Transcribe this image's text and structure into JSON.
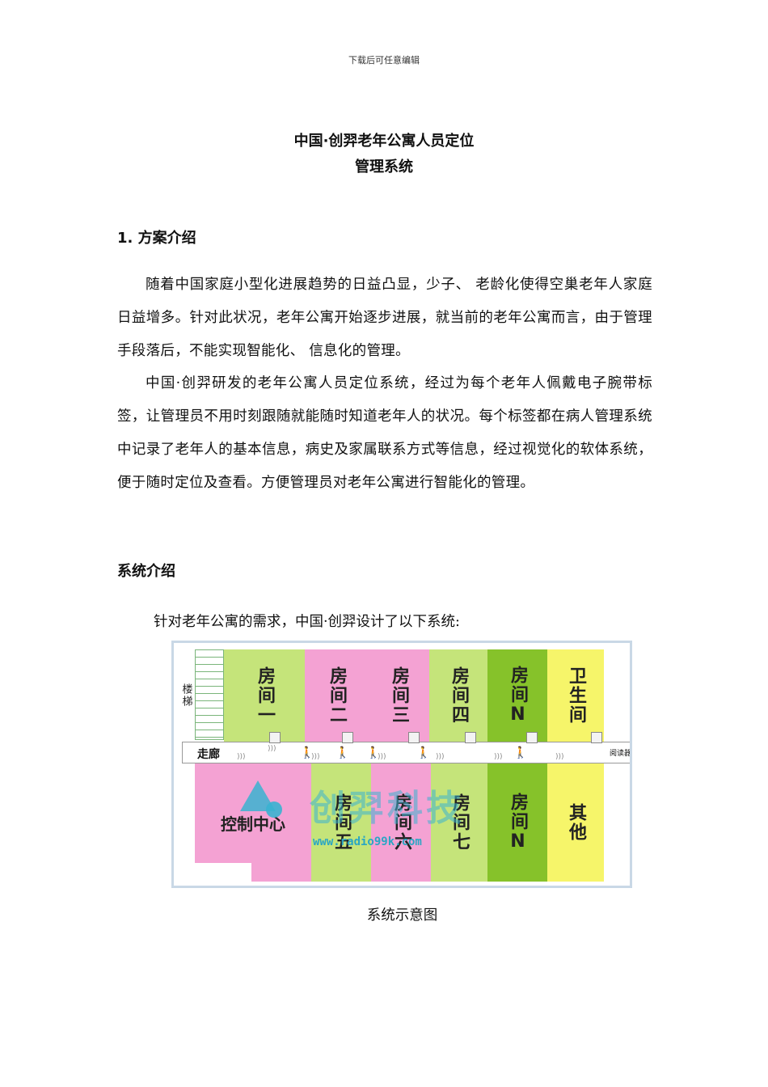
{
  "header": "下载后可任意编辑",
  "title_line1": "中国·创羿老年公寓人员定位",
  "title_line2": "管理系统",
  "section1_heading": "1. 方案介绍",
  "paragraph1": "随着中国家庭小型化进展趋势的日益凸显，少子、 老龄化使得空巢老年人家庭日益增多。针对此状况，老年公寓开始逐步进展，就当前的老年公寓而言，由于管理手段落后，不能实现智能化、 信息化的管理。",
  "paragraph2": "中国·创羿研发的老年公寓人员定位系统，经过为每个老年人佩戴电子腕带标签，让管理员不用时刻跟随就能随时知道老年人的状况。每个标签都在病人管理系统中记录了老年人的基本信息，病史及家属联系方式等信息，经过视觉化的软体系统，便于随时定位及查看。方便管理员对老年公寓进行智能化的管理。",
  "section2_heading": "系统介绍",
  "lead_text": "针对老年公寓的需求，中国·创羿设计了以下系统:",
  "diagram": {
    "stairs": "楼梯",
    "corridor": "走廊",
    "reader": "阅读器",
    "room1": "房间一",
    "room2": "房间二",
    "room3": "房间三",
    "room4": "房间四",
    "roomN_top": "房间N",
    "bathroom": "卫生间",
    "control": "控制中心",
    "room5": "房间五",
    "room6": "房间六",
    "room7": "房间七",
    "roomN_bottom": "房间N",
    "other": "其他",
    "watermark": "创羿科技",
    "watermark_url": "www.radio99k.com",
    "colors": {
      "green": "#c5e47a",
      "pink": "#f4a2d3",
      "dark_green": "#86c22a",
      "yellow": "#f6f56a",
      "teal": "#3ab3d0"
    }
  },
  "caption": "系统示意图"
}
